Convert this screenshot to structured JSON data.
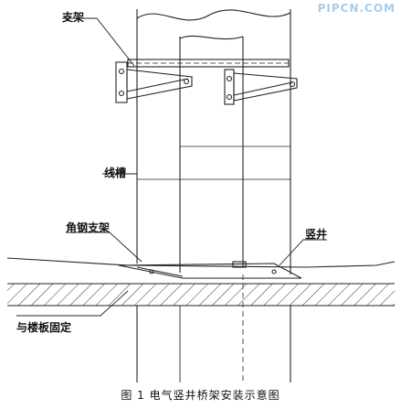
{
  "watermark": "PIPCN.COM",
  "labels": {
    "bracket": "支架",
    "cable_tray": "线槽",
    "angle_steel_bracket": "角钢支架",
    "shaft": "竖井",
    "floor_fixing": "与楼板固定"
  },
  "caption": "图 1   电气竖井桥架安装示意图",
  "colors": {
    "line": "#222222",
    "hatch": "#333333",
    "watermark": "#a8cde8"
  }
}
